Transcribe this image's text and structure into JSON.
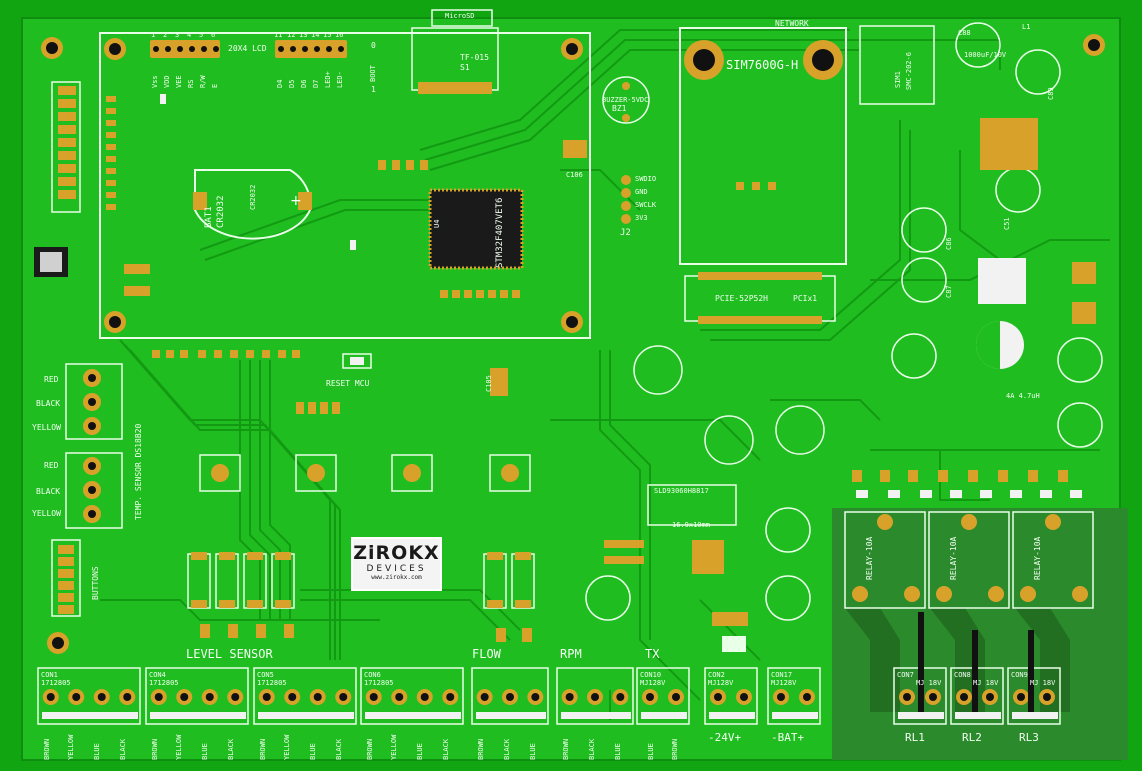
{
  "board": {
    "lcd_label": "20X4 LCD",
    "lcd_pin_numbers": [
      "1",
      "2",
      "3",
      "4",
      "5",
      "6",
      "11",
      "12",
      "13",
      "14",
      "15",
      "16"
    ],
    "lcd_pin_names": [
      "Vss",
      "VDD",
      "VEE",
      "RS",
      "R/W",
      "E",
      "D4",
      "D5",
      "D6",
      "D7",
      "LED+",
      "LED-"
    ],
    "boot_label": "BOOT",
    "boot_0": "0",
    "boot_1": "1",
    "microsd_label": "MicroSD",
    "tf_label": "TF-015",
    "s1_label": "S1",
    "buzzer_label": "BUZZER-5VDC",
    "bz1_label": "BZ1",
    "battery_label": "BAT1",
    "battery_type": "CR2032",
    "battery_type_2": "CR2032",
    "mcu_label": "STM32F407VET6",
    "u4_label": "U4",
    "swd_pins": [
      "SWDIO",
      "GND",
      "SWCLK",
      "3V3"
    ],
    "j2_label": "J2",
    "sim_module": "SIM7600G-H",
    "network_label": "NETWORK",
    "pcie_label": "PCIE-52P52H",
    "pcie_id": "PCIx1",
    "sim_holder": "SIM1",
    "sim_holder_part": "SMC-202-6",
    "reset_label": "RESET MCU",
    "temp_colors_1": [
      "RED",
      "BLACK",
      "YELLOW"
    ],
    "temp_colors_2": [
      "RED",
      "BLACK",
      "YELLOW"
    ],
    "temp_sensor_label": "TEMP. SENSOR DS18B20",
    "buttons_label": "BUTTONS",
    "logo_line1": "ZiROKX",
    "logo_line2": "DEVICES",
    "logo_line3": "www.zirokx.com",
    "level_sensor_label": "LEVEL SENSOR",
    "flow_label": "FLOW",
    "rpm_label": "RPM",
    "tx_label": "TX",
    "connectors": [
      {
        "id": "CON1",
        "part": "1712805",
        "wires": [
          "BROWN",
          "YELLOW",
          "BLUE",
          "BLACK"
        ]
      },
      {
        "id": "CON4",
        "part": "1712805",
        "wires": [
          "BROWN",
          "YELLOW",
          "BLUE",
          "BLACK"
        ]
      },
      {
        "id": "CON5",
        "part": "1712805",
        "wires": [
          "BROWN",
          "YELLOW",
          "BLUE",
          "BLACK"
        ]
      },
      {
        "id": "CON6",
        "part": "1712805",
        "wires": [
          "BROWN",
          "YELLOW",
          "BLUE",
          "BLACK"
        ]
      }
    ],
    "flow_wires": [
      "BROWN",
      "BLACK",
      "BLUE"
    ],
    "rpm_wires": [
      "BROWN",
      "BLACK",
      "BLUE"
    ],
    "tx_connector": {
      "id": "CON10",
      "part": "MJ128V",
      "wires": [
        "BLUE",
        "BROWN"
      ]
    },
    "con2": {
      "id": "CON2",
      "part": "MJ128V"
    },
    "con17": {
      "id": "CON17",
      "part": "MJ128V"
    },
    "v24_label": "-24V+",
    "bat_label": "-BAT+",
    "relay_label": "RELAY-10A",
    "relay_outputs": [
      {
        "con": "CON7",
        "part": "MJ 18V",
        "name": "RL1"
      },
      {
        "con": "CON8",
        "part": "MJ 18V",
        "name": "RL2"
      },
      {
        "con": "CON9",
        "part": "MJ 18V",
        "name": "RL3"
      }
    ],
    "cap_label_1000": "1000uF/10V",
    "cap_c88": "C88",
    "cap_c89": "C89",
    "cap_c86": "C86",
    "cap_c87": "C87",
    "cap_c51": "C51",
    "cap_c106": "C106",
    "cap_c105": "C105",
    "inductor_label": "4A 4.7uH",
    "l1_label": "L1",
    "dc_label": "SLD93060H8817",
    "dc_label_2": "16.9x10mm"
  }
}
